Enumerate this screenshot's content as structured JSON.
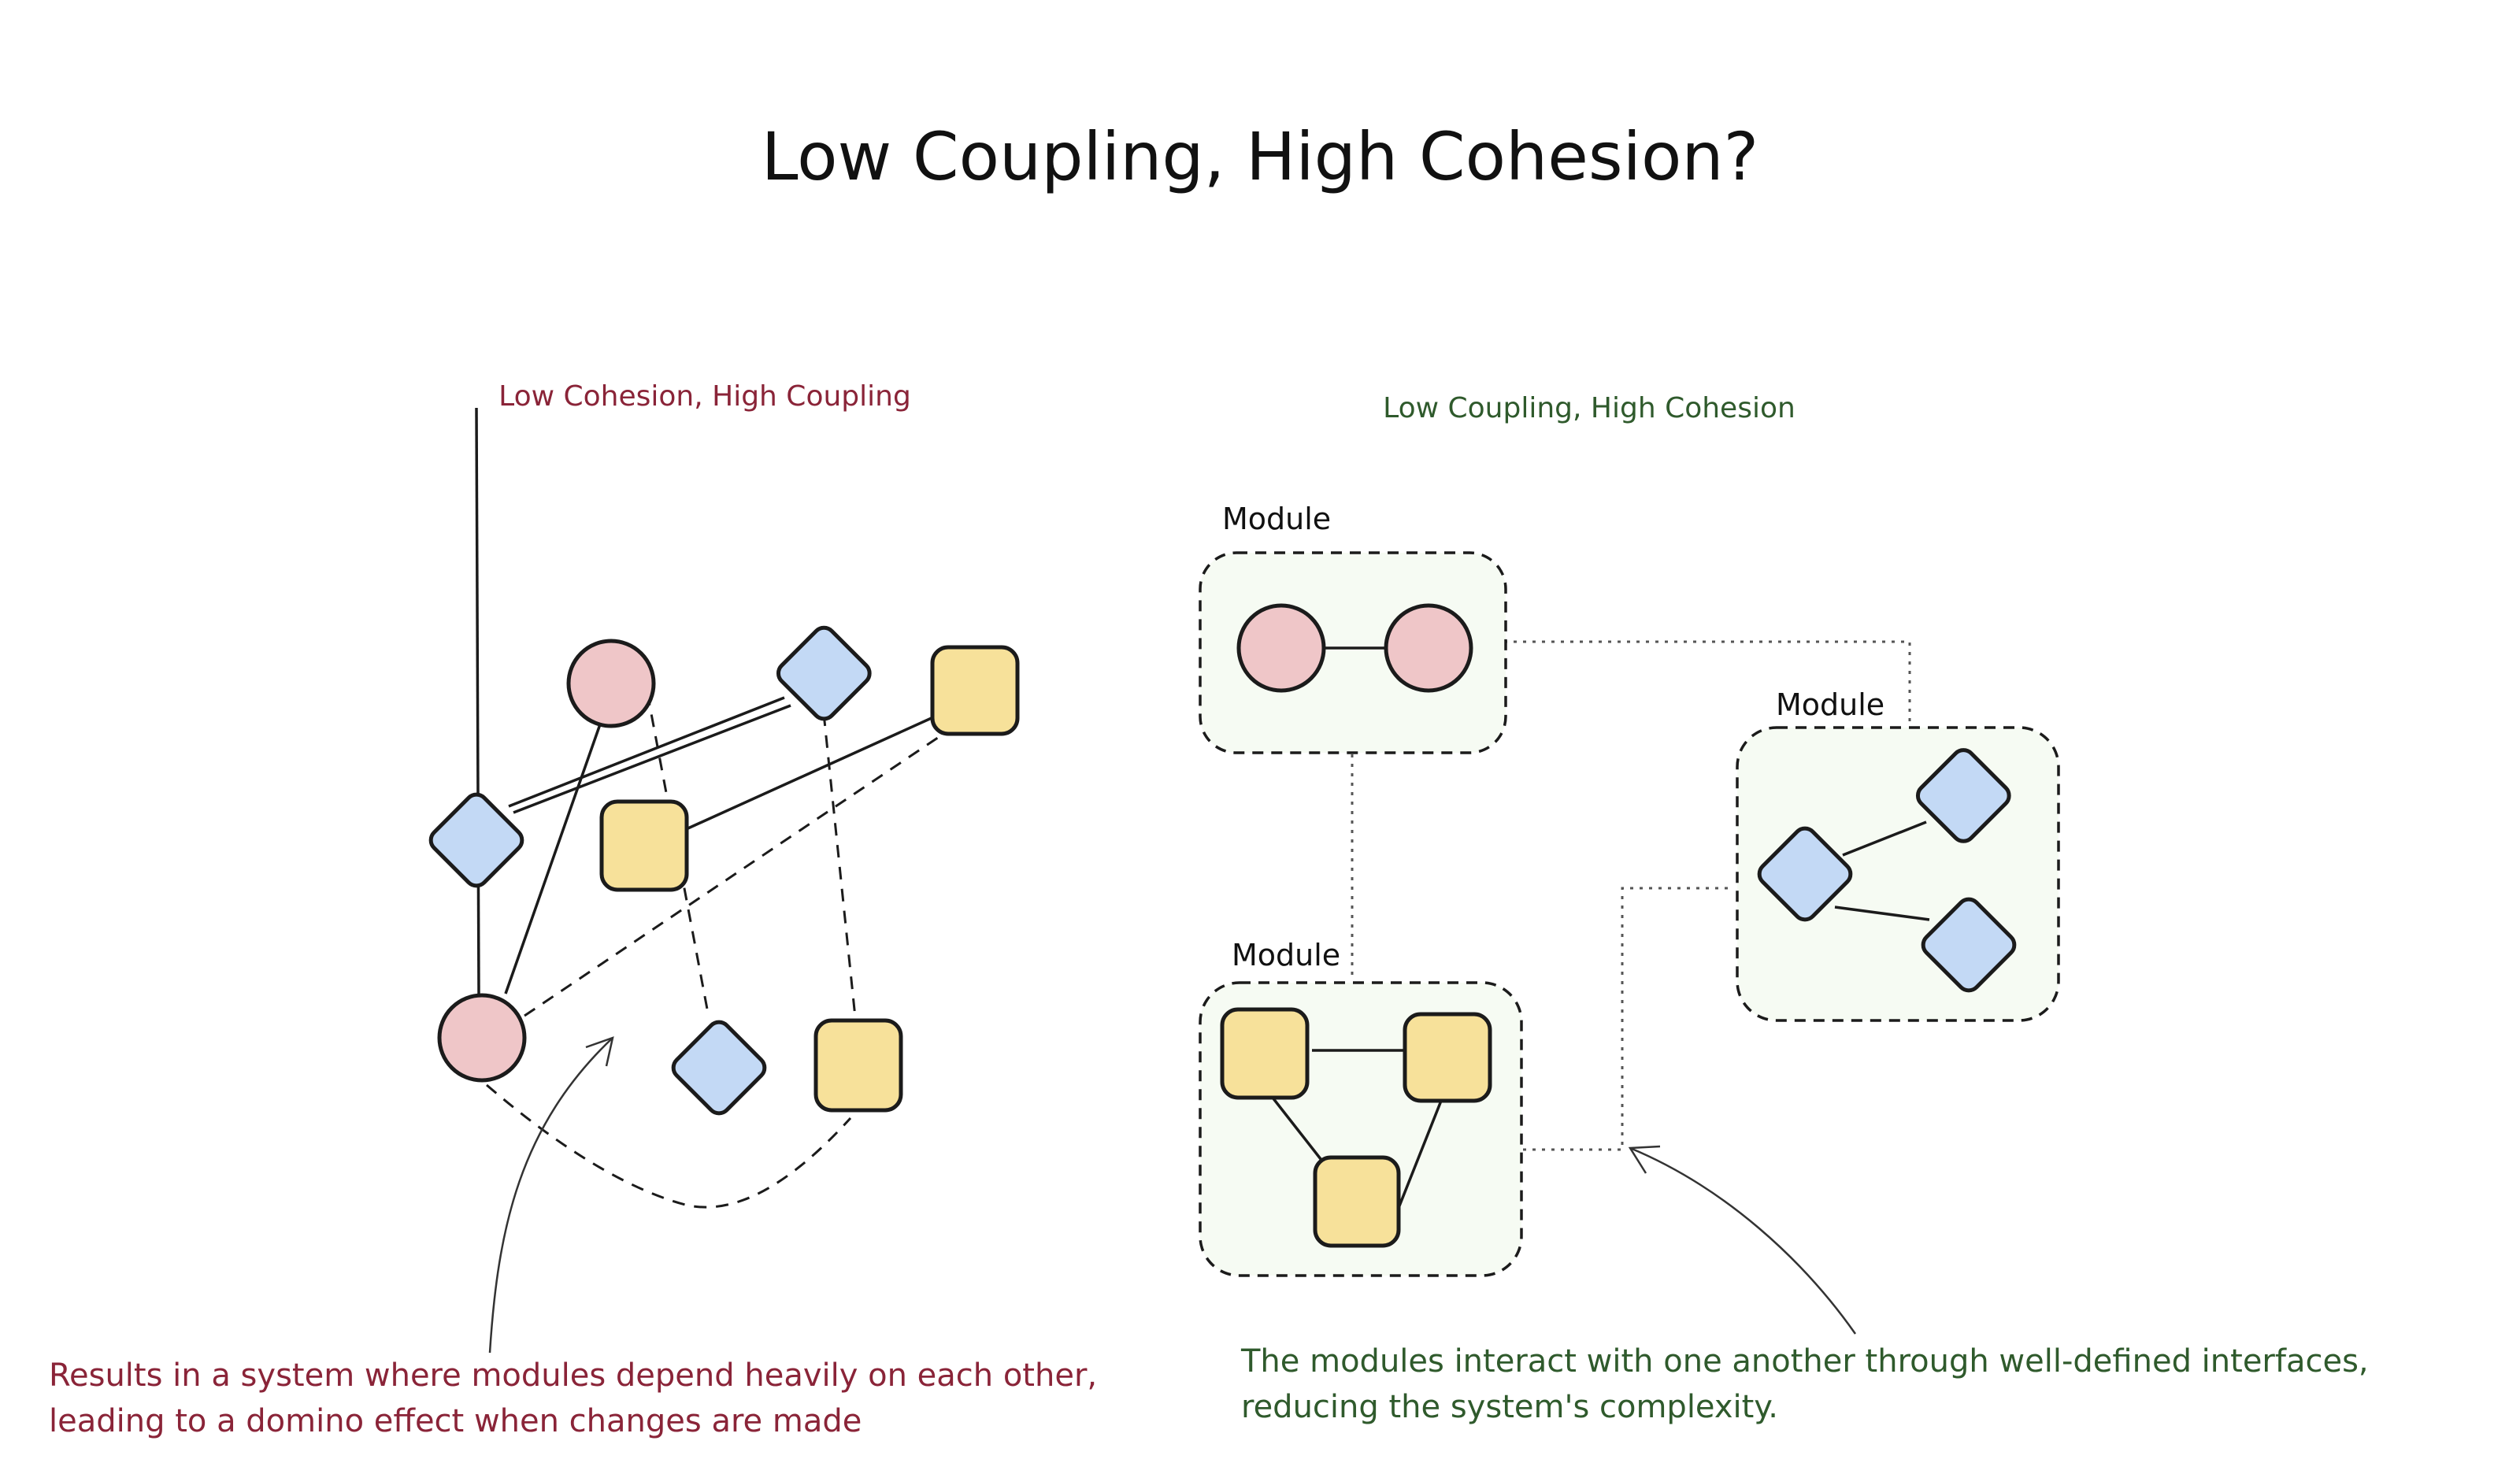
{
  "title": "Low Coupling, High Cohesion?",
  "colors": {
    "circle_fill": "#efc6c8",
    "diamond_fill": "#c3d9f5",
    "square_fill": "#f7e19a",
    "stroke": "#1b1b1b",
    "left_text": "#8a2438",
    "right_text": "#2f5a2c",
    "module_bg": "#f6fbf3"
  },
  "left": {
    "subtitle": "Low Cohesion, High Coupling",
    "note_line1": "Results in a system where modules depend heavily on each other,",
    "note_line2": "leading to a domino effect when changes are made"
  },
  "right": {
    "subtitle": "Low Coupling, High Cohesion",
    "module_label": "Module",
    "note_line1": "The modules interact with one another through well-defined interfaces,",
    "note_line2": "reducing the system's complexity."
  },
  "icons": {
    "circle": "circle-node-icon",
    "diamond": "diamond-node-icon",
    "square": "square-node-icon",
    "arrow": "curved-arrow-icon"
  }
}
